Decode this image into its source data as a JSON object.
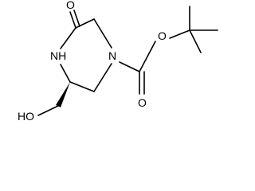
{
  "structure": {
    "atoms": {
      "ring_nitrogen_amide": "NH",
      "ring_nitrogen_carbamate": "N",
      "ketone_oxygen": "O",
      "ester_ether_oxygen": "O",
      "carbonyl_oxygen_carbamate": "O",
      "hydroxyl": "HO"
    }
  }
}
